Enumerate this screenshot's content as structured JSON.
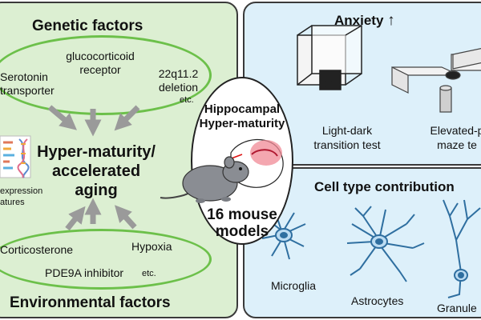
{
  "left": {
    "genetic_title": "Genetic factors",
    "genetic_items": {
      "serotonin_1": "Serotonin",
      "serotonin_2": "transporter",
      "gluco_1": "glucocorticoid",
      "gluco_2": "receptor",
      "deletion_1": "22q11.2",
      "deletion_2": "deletion",
      "etc": "etc."
    },
    "center_1": "Hyper-maturity/",
    "center_2": "accelerated",
    "center_3": "aging",
    "expression_1": "expression",
    "expression_2": "atures",
    "env_items": {
      "corticosterone": "Corticosterone",
      "hypoxia": "Hypoxia",
      "pde9a": "PDE9A inhibitor",
      "etc": "etc."
    },
    "env_title": "Environmental factors"
  },
  "center": {
    "title_1": "Hippocampal",
    "title_2": "Hyper-maturity",
    "models_1": "16 mouse",
    "models_2": "models"
  },
  "anxiety": {
    "title": "Anxiety",
    "arrow": "↑",
    "test1_1": "Light-dark",
    "test1_2": "transition test",
    "test2_1": "Elevated-p",
    "test2_2": "maze te"
  },
  "cells": {
    "title": "Cell type contribution",
    "microglia": "Microglia",
    "astrocytes": "Astrocytes",
    "granule": "Granule"
  },
  "colors": {
    "green_panel": "#dcefd2",
    "blue_panel": "#ddf0fa",
    "ellipse_green": "#6cc04a",
    "arrow_gray": "#9a9a9a",
    "cell_blue": "#2f6fa0"
  }
}
